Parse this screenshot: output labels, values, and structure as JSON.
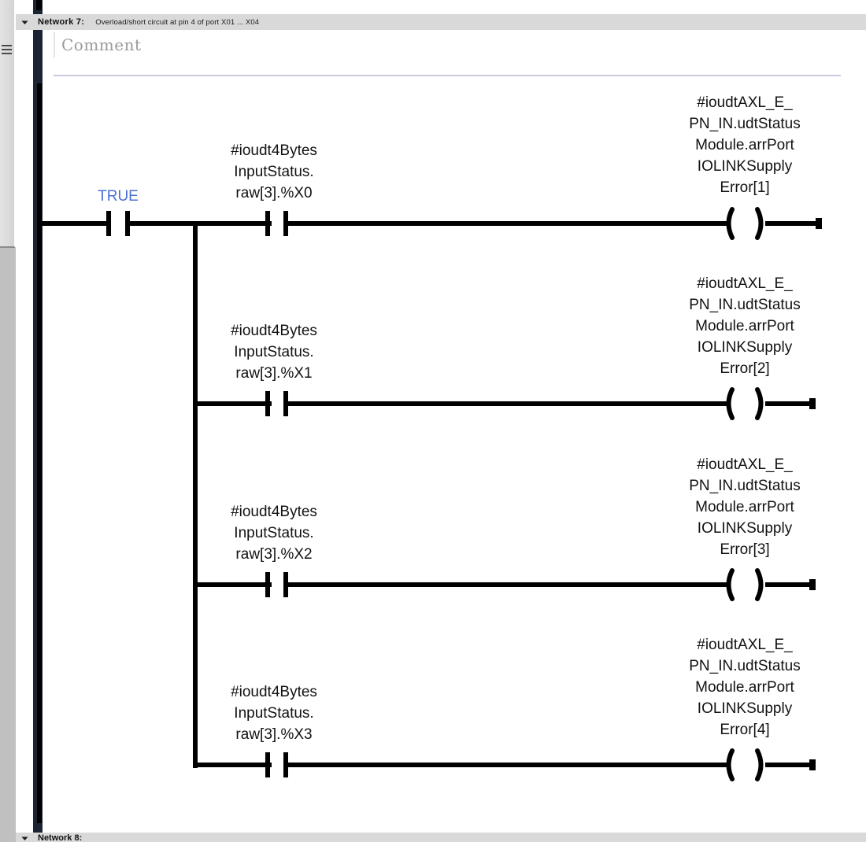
{
  "network": {
    "collapse_icon": "chevron-down-icon",
    "label": "Network 7:",
    "title": "Overload/short circuit at pin 4 of port X01 ... X04",
    "comment_placeholder": "Comment"
  },
  "next_network": {
    "collapse_icon": "chevron-down-icon",
    "label": "Network 8:"
  },
  "colors": {
    "true_literal": "#4a6fd4",
    "header_bar": "#d9d9d9",
    "navy_rail": "#1c2433",
    "comment_text": "#9a9a9a",
    "wire": "#000000",
    "separator": "#c9cade"
  },
  "ladder": {
    "power_rail_label": "power-rail",
    "true_literal": "TRUE",
    "rungs": [
      {
        "contact": [
          "#ioudt4Bytes",
          "InputStatus.",
          "raw[3].%X0"
        ],
        "coil": [
          "#ioudtAXL_E_",
          "PN_IN.udtStatus",
          "Module.arrPort",
          "IOLINKSupply",
          "Error[1]"
        ]
      },
      {
        "contact": [
          "#ioudt4Bytes",
          "InputStatus.",
          "raw[3].%X1"
        ],
        "coil": [
          "#ioudtAXL_E_",
          "PN_IN.udtStatus",
          "Module.arrPort",
          "IOLINKSupply",
          "Error[2]"
        ]
      },
      {
        "contact": [
          "#ioudt4Bytes",
          "InputStatus.",
          "raw[3].%X2"
        ],
        "coil": [
          "#ioudtAXL_E_",
          "PN_IN.udtStatus",
          "Module.arrPort",
          "IOLINKSupply",
          "Error[3]"
        ]
      },
      {
        "contact": [
          "#ioudt4Bytes",
          "InputStatus.",
          "raw[3].%X3"
        ],
        "coil": [
          "#ioudtAXL_E_",
          "PN_IN.udtStatus",
          "Module.arrPort",
          "IOLINKSupply",
          "Error[4]"
        ]
      }
    ]
  },
  "scrollbar": {
    "name": "vertical-scrollbar",
    "grip": "grip-icon"
  }
}
